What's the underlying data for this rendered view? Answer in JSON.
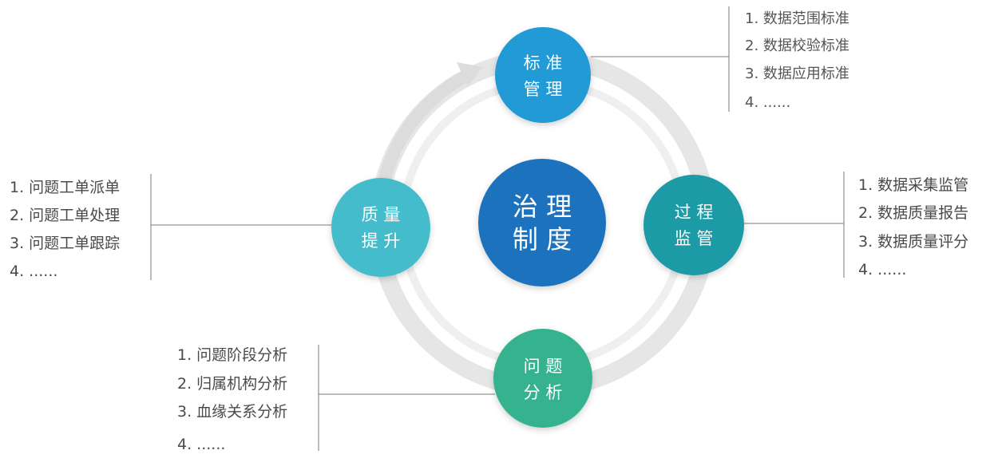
{
  "center": {
    "line1": "治 理",
    "line2": "制 度"
  },
  "nodes": {
    "top": {
      "line1": "标 准",
      "line2": "管 理"
    },
    "right": {
      "line1": "过 程",
      "line2": "监 管"
    },
    "bottom": {
      "line1": "问 题",
      "line2": "分 析"
    },
    "left": {
      "line1": "质 量",
      "line2": "提 升"
    }
  },
  "lists": {
    "top": [
      "1. 数据范围标准",
      "2. 数据校验标准",
      "3. 数据应用标准",
      "4. ......"
    ],
    "right": [
      "1. 数据采集监管",
      "2. 数据质量报告",
      "3. 数据质量评分",
      "4. ......"
    ],
    "bottom": [
      "1. 问题阶段分析",
      "2. 归属机构分析",
      "3. 血缘关系分析",
      "4. ......"
    ],
    "left": [
      "1. 问题工单派单",
      "2. 问题工单处理",
      "3. 问题工单跟踪",
      "4. ......"
    ]
  },
  "colors": {
    "center": "#1a72bd",
    "top": "#239ad6",
    "right": "#1f9aa6",
    "bottom": "#36b38f",
    "left": "#44bccb",
    "ring": "#e3e3e3",
    "ring_inner": "#eeeeee",
    "connector": "#7a7a7a"
  }
}
